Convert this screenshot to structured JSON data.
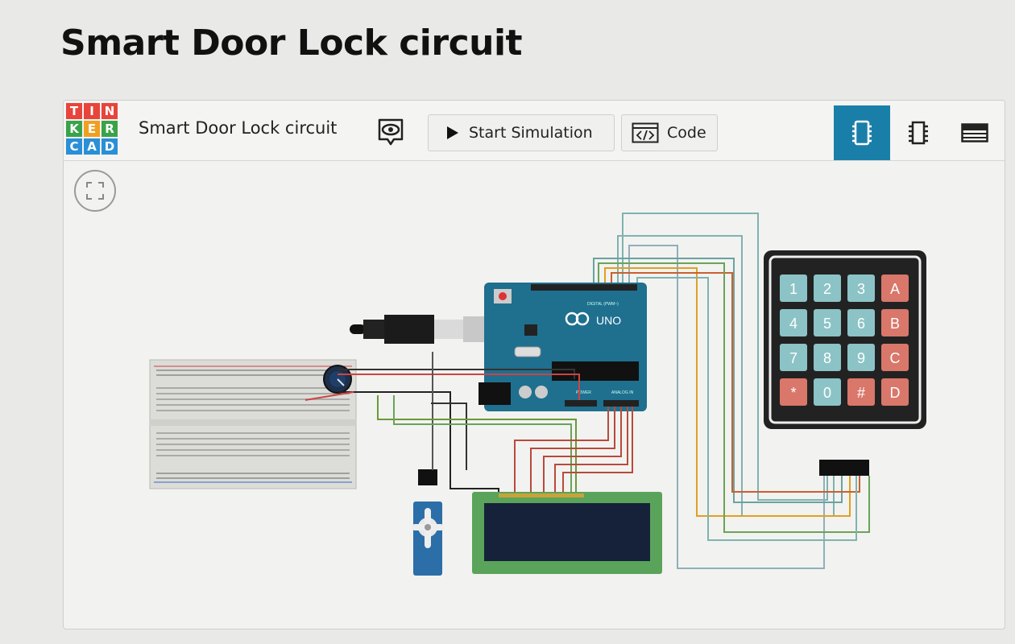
{
  "page": {
    "title": "Smart Door Lock circuit"
  },
  "logo": {
    "letters": [
      "T",
      "I",
      "N",
      "K",
      "E",
      "R",
      "C",
      "A",
      "D"
    ],
    "colors": [
      "#e8443c",
      "#e8443c",
      "#e8443c",
      "#3aa34a",
      "#f0a020",
      "#3aa34a",
      "#2a8fd6",
      "#2a8fd6",
      "#2a8fd6"
    ]
  },
  "toolbar": {
    "design_name": "Smart Door Lock circuit",
    "simulation_label": "Start Simulation",
    "code_label": "Code",
    "active_view": "circuit-view",
    "accent_color": "#1a7fa8"
  },
  "arduino": {
    "logo_text": "UNO",
    "digital_label": "DIGITAL (PWM~)",
    "analog_label": "ANALOG IN",
    "power_label": "POWER"
  },
  "keypad": {
    "keys": [
      "1",
      "2",
      "3",
      "A",
      "4",
      "5",
      "6",
      "B",
      "7",
      "8",
      "9",
      "C",
      "*",
      "0",
      "#",
      "D"
    ]
  }
}
